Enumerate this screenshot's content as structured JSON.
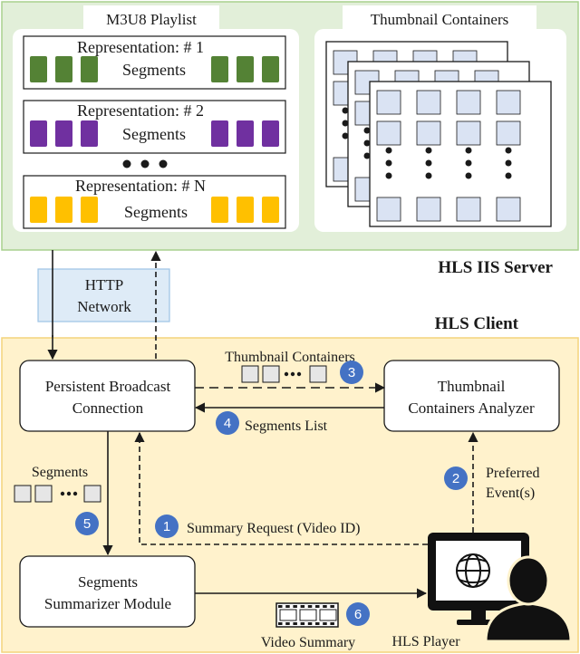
{
  "server": {
    "label": "HLS IIS Server",
    "playlist": {
      "title": "M3U8 Playlist",
      "representations": [
        {
          "title": "Representation: # 1",
          "segments_label": "Segments",
          "color": "#548235"
        },
        {
          "title": "Representation: # 2",
          "segments_label": "Segments",
          "color": "#7030a0"
        },
        {
          "title": "Representation: # N",
          "segments_label": "Segments",
          "color": "#ffc000"
        }
      ]
    },
    "thumbnails": {
      "title": "Thumbnail Containers"
    }
  },
  "network": {
    "line1": "HTTP",
    "line2": "Network"
  },
  "client": {
    "label": "HLS Client",
    "pbc": {
      "line1": "Persistent Broadcast",
      "line2": "Connection"
    },
    "tca": {
      "line1": "Thumbnail",
      "line2": "Containers Analyzer"
    },
    "ssm": {
      "line1": "Segments",
      "line2": "Summarizer Module"
    },
    "player": {
      "label": "HLS Player"
    }
  },
  "flows": {
    "thumbnail_containers": "Thumbnail Containers",
    "segments_list": "Segments List",
    "segments": "Segments",
    "preferred_line1": "Preferred",
    "preferred_line2": "Event(s)",
    "summary_request": "Summary Request (Video ID)",
    "video_summary": "Video Summary"
  },
  "steps": [
    "1",
    "2",
    "3",
    "4",
    "5",
    "6"
  ],
  "colors": {
    "server_bg": "#e2efd9",
    "server_border": "#a9d18e",
    "client_bg": "#fff2cc",
    "client_border": "#f4d47c",
    "network_bg": "#deebf7",
    "network_border": "#9dc3e6",
    "thumb_cell": "#dae3f3",
    "step_badge": "#4472c4"
  }
}
